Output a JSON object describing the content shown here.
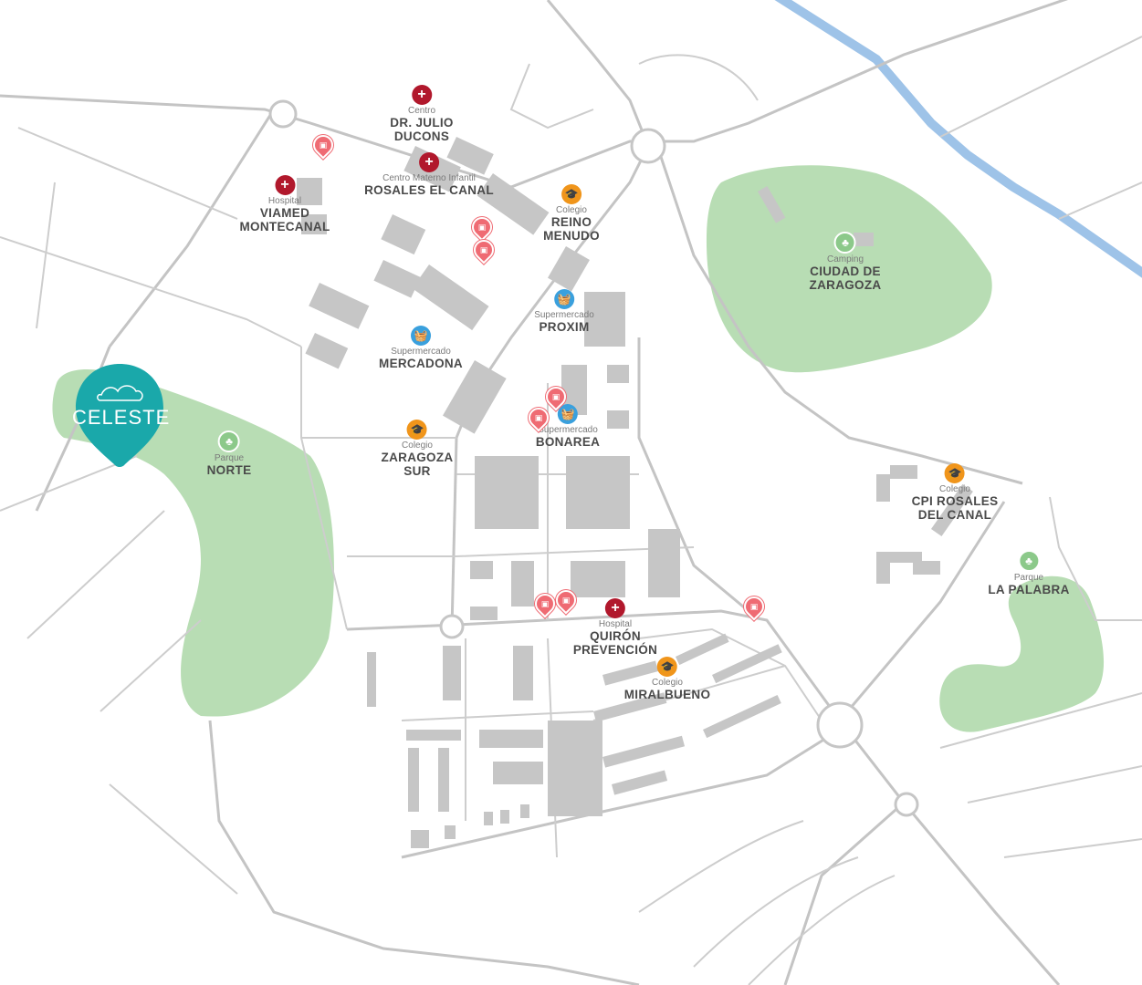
{
  "brand": {
    "name": "CELESTE",
    "color": "#1aa8aa"
  },
  "colors": {
    "health": "#b1182c",
    "school": "#f0951b",
    "supermarket": "#3aa0dd",
    "bus": "#ef6b73",
    "park": "#b8ddb4",
    "river": "#9ec3e8"
  },
  "pois": [
    {
      "category": "Centro",
      "name": [
        "DR. JULIO",
        "DUCONS"
      ],
      "icon": "medical-cross-icon"
    },
    {
      "category": "Centro Materno Infantil",
      "name": [
        "ROSALES EL CANAL"
      ],
      "icon": "medical-cross-icon"
    },
    {
      "category": "Hospital",
      "name": [
        "VIAMED",
        "MONTECANAL"
      ],
      "icon": "medical-cross-icon"
    },
    {
      "category": "Colegio",
      "name": [
        "REINO",
        "MENUDO"
      ],
      "icon": "graduation-cap-icon"
    },
    {
      "category": "Supermercado",
      "name": [
        "PROXIM"
      ],
      "icon": "shopping-basket-icon"
    },
    {
      "category": "Supermercado",
      "name": [
        "MERCADONA"
      ],
      "icon": "shopping-basket-icon"
    },
    {
      "category": "Supermercado",
      "name": [
        "BONAREA"
      ],
      "icon": "shopping-basket-icon"
    },
    {
      "category": "Colegio",
      "name": [
        "ZARAGOZA",
        "SUR"
      ],
      "icon": "graduation-cap-icon"
    },
    {
      "category": "Parque",
      "name": [
        "NORTE"
      ],
      "icon": "tree-icon"
    },
    {
      "category": "Camping",
      "name": [
        "CIUDAD DE",
        "ZARAGOZA"
      ],
      "icon": "tree-icon"
    },
    {
      "category": "Colegio",
      "name": [
        "CPI ROSALES",
        "DEL CANAL"
      ],
      "icon": "graduation-cap-icon"
    },
    {
      "category": "Parque",
      "name": [
        "LA PALABRA"
      ],
      "icon": "tree-icon"
    },
    {
      "category": "Hospital",
      "name": [
        "QUIRÓN",
        "PREVENCIÓN"
      ],
      "icon": "medical-cross-icon"
    },
    {
      "category": "Colegio",
      "name": [
        "MIRALBUENO"
      ],
      "icon": "graduation-cap-icon"
    }
  ],
  "bus_stop_icon": "bus-stop-icon"
}
